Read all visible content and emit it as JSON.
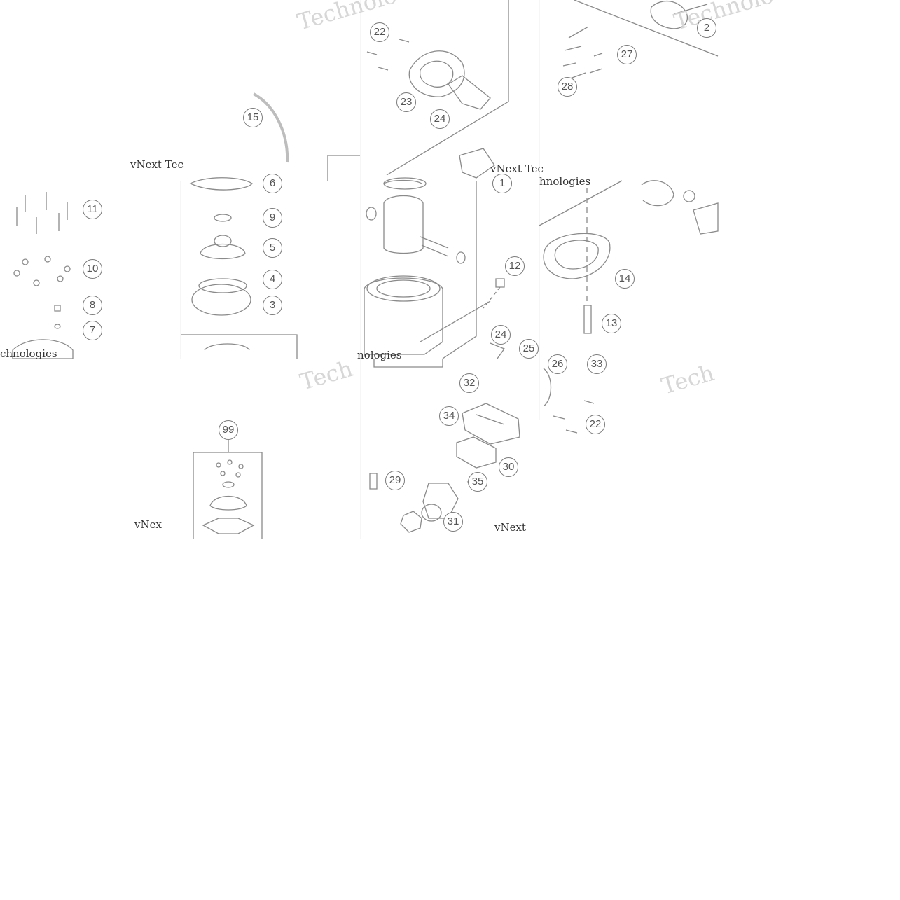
{
  "callouts": [
    {
      "id": "22"
    },
    {
      "id": "23"
    },
    {
      "id": "24"
    },
    {
      "id": "2"
    },
    {
      "id": "27"
    },
    {
      "id": "28"
    },
    {
      "id": "15"
    },
    {
      "id": "6"
    },
    {
      "id": "9"
    },
    {
      "id": "5"
    },
    {
      "id": "4"
    },
    {
      "id": "3"
    },
    {
      "id": "11"
    },
    {
      "id": "10"
    },
    {
      "id": "8"
    },
    {
      "id": "7"
    },
    {
      "id": "1"
    },
    {
      "id": "12"
    },
    {
      "id": "14"
    },
    {
      "id": "13"
    },
    {
      "id": "24"
    },
    {
      "id": "25"
    },
    {
      "id": "26"
    },
    {
      "id": "33"
    },
    {
      "id": "22"
    },
    {
      "id": "32"
    },
    {
      "id": "34"
    },
    {
      "id": "30"
    },
    {
      "id": "35"
    },
    {
      "id": "29"
    },
    {
      "id": "31"
    },
    {
      "id": "99"
    }
  ],
  "watermarks": {
    "large": [
      "Technolo",
      "Technolo",
      "Tech",
      "Tech"
    ],
    "small": [
      "vNext Tec",
      "vNext Tec",
      "hnologies",
      "chnologies",
      "vNex",
      "vNext",
      "nologies"
    ]
  }
}
